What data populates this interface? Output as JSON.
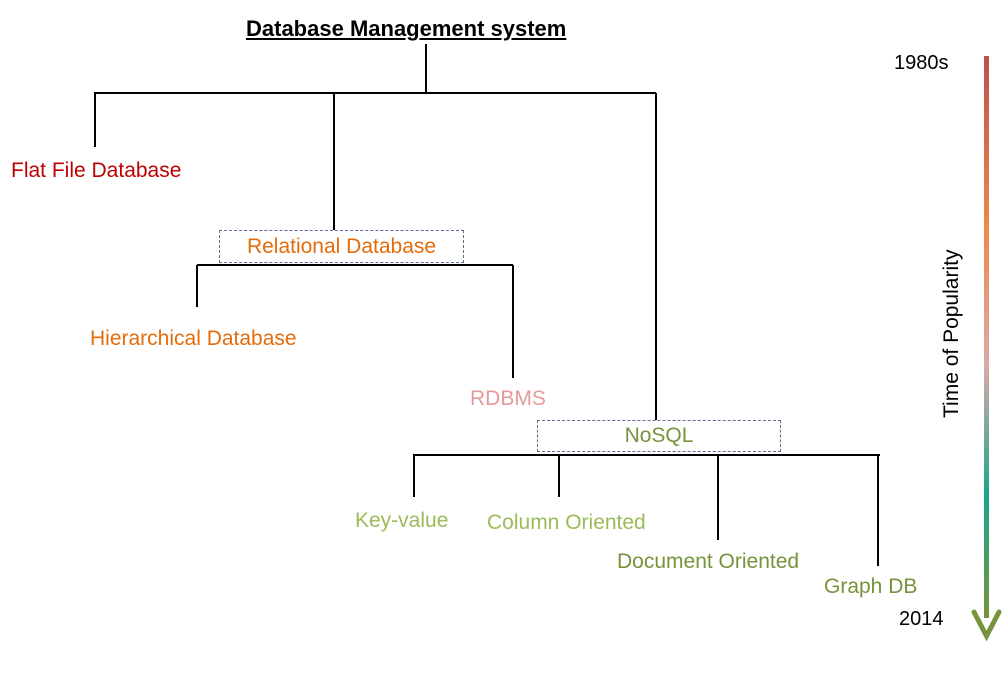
{
  "title": "Database Management system",
  "nodes": {
    "flat_file": "Flat File Database",
    "relational": "Relational Database",
    "hierarchical": "Hierarchical Database",
    "rdbms": "RDBMS",
    "nosql": "NoSQL",
    "key_value": "Key-value",
    "column_oriented": "Column Oriented",
    "document_oriented": "Document Oriented",
    "graph_db": "Graph DB"
  },
  "timeline": {
    "start_label": "1980s",
    "end_label": "2014",
    "caption": "Time of Popularity"
  },
  "colors": {
    "flat_file": "#c00000",
    "relational": "#e46c0a",
    "hierarchical": "#e46c0a",
    "rdbms": "#e6999b",
    "nosql": "#77933c",
    "key_value": "#9bbb59",
    "column_oriented": "#9bbb59",
    "document_oriented": "#77933c",
    "graph_db": "#77933c"
  }
}
